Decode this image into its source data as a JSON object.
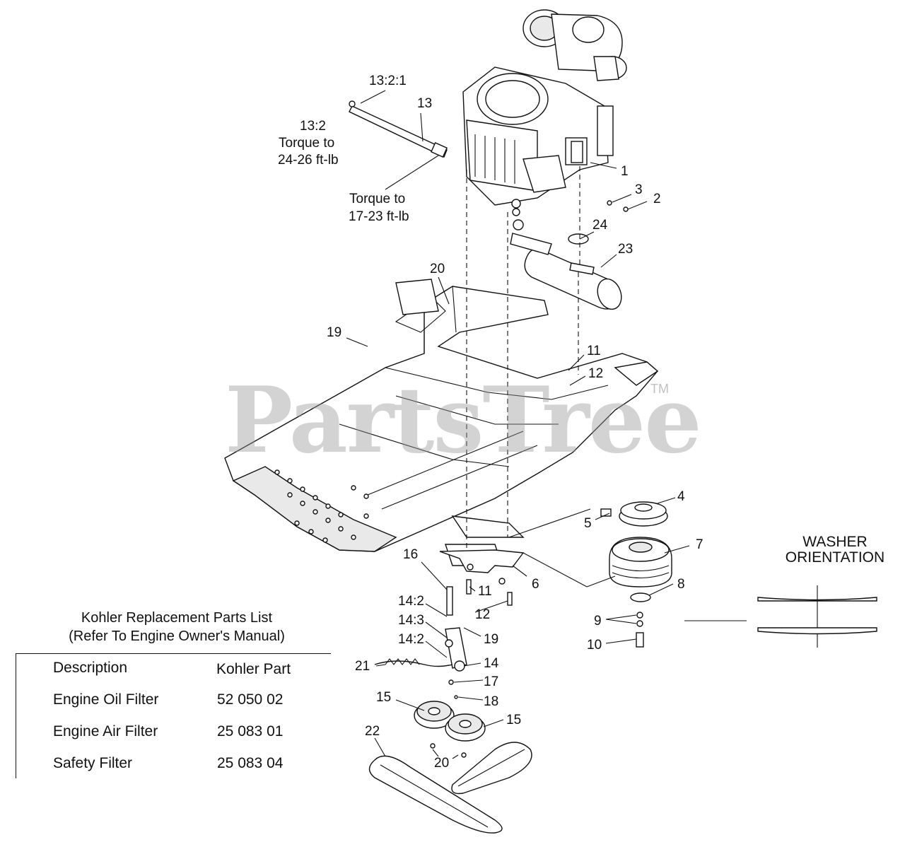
{
  "watermark": {
    "text": "PartsTree",
    "trademark": "TM"
  },
  "callouts": {
    "c13_2_1": "13:2:1",
    "c13_2": "13:2",
    "torque_a_line1": "Torque to",
    "torque_a_line2": "24-26 ft-lb",
    "c13": "13",
    "torque_b_line1": "Torque to",
    "torque_b_line2": "17-23 ft-lb",
    "c1": "1",
    "c2": "2",
    "c3": "3",
    "c24": "24",
    "c23": "23",
    "c20a": "20",
    "c19a": "19",
    "c11a": "11",
    "c12a": "12",
    "c4": "4",
    "c5": "5",
    "c7": "7",
    "c6": "6",
    "c8": "8",
    "c9": "9",
    "c10": "10",
    "c16": "16",
    "c11b": "11",
    "c12b": "12",
    "c14_2a": "14:2",
    "c14_3": "14:3",
    "c14_2b": "14:2",
    "c19b": "19",
    "c14": "14",
    "c21": "21",
    "c17": "17",
    "c18": "18",
    "c15a": "15",
    "c15b": "15",
    "c22": "22",
    "c20b": "20"
  },
  "washer_orientation": {
    "line1": "WASHER",
    "line2": "ORIENTATION"
  },
  "parts_table": {
    "title_line1": "Kohler Replacement Parts List",
    "title_line2": "(Refer To Engine Owner's Manual)",
    "headers": [
      "Description",
      "Kohler Part"
    ],
    "rows": [
      [
        "Engine Oil Filter",
        "52 050 02"
      ],
      [
        "Engine Air Filter",
        "25 083 01"
      ],
      [
        "Safety Filter",
        "25 083 04"
      ]
    ]
  }
}
